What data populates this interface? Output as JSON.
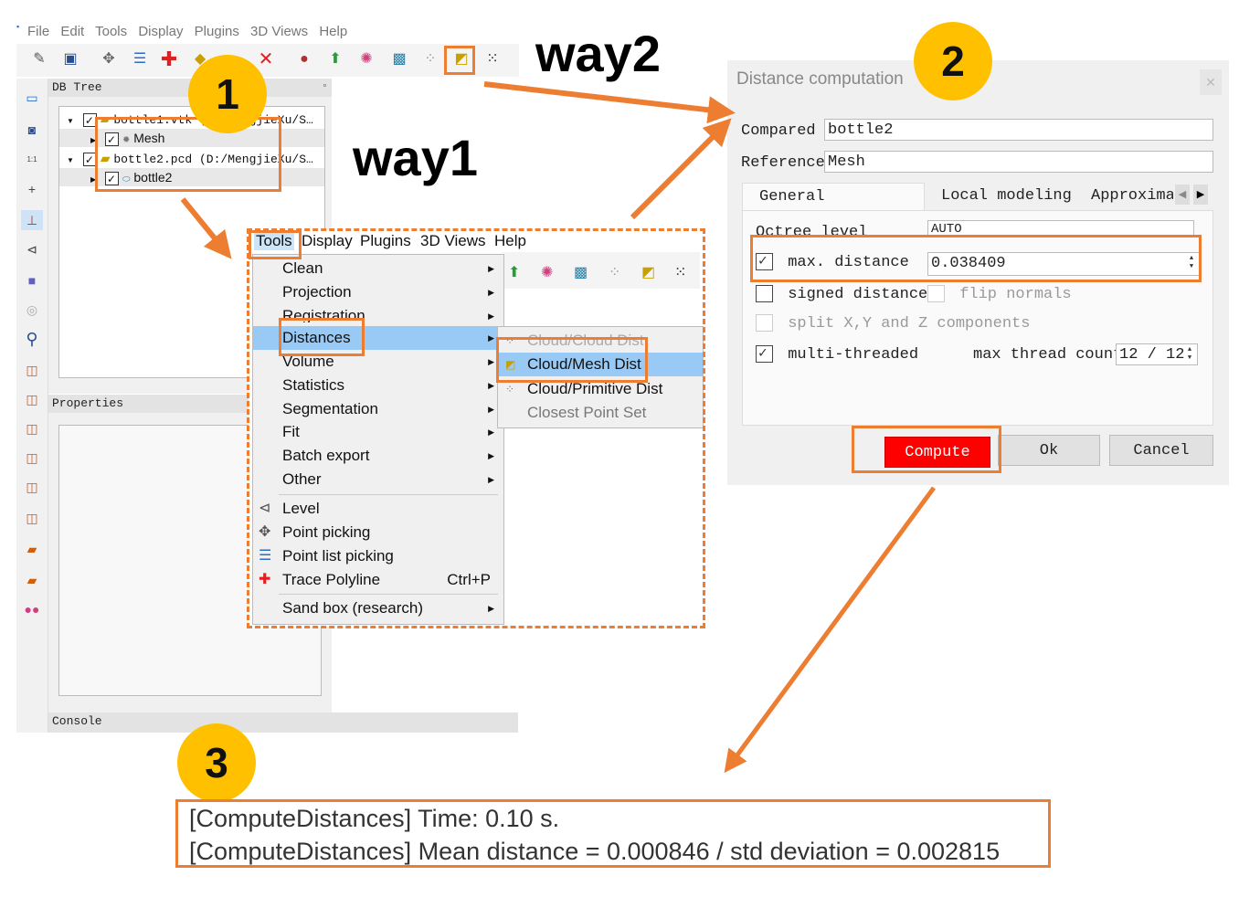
{
  "app": {
    "menubar": [
      "File",
      "Edit",
      "Tools",
      "Display",
      "Plugins",
      "3D Views",
      "Help"
    ],
    "db_tree_title": "DB Tree",
    "tree": [
      {
        "label": "bottle1.vtk (D:/MengjieXu/S…",
        "checked": true
      },
      {
        "label": "Mesh",
        "checked": true
      },
      {
        "label": "bottle2.pcd (D:/MengjieXu/S…",
        "checked": true
      },
      {
        "label": "bottle2",
        "checked": true
      }
    ],
    "properties_title": "Properties",
    "console_title": "Console"
  },
  "menu": {
    "bar": [
      "Tools",
      "Display",
      "Plugins",
      "3D Views",
      "Help"
    ],
    "items": [
      "Clean",
      "Projection",
      "Registration",
      "Distances",
      "Volume",
      "Statistics",
      "Segmentation",
      "Fit",
      "Batch export",
      "Other",
      "Level",
      "Point picking",
      "Point list picking",
      "Trace Polyline",
      "Sand box (research)"
    ],
    "trace_shortcut": "Ctrl+P",
    "submenu": [
      "Cloud/Cloud Dist",
      "Cloud/Mesh Dist",
      "Cloud/Primitive Dist",
      "Closest Point Set"
    ]
  },
  "dialog": {
    "title": "Distance computation",
    "compared_label": "Compared",
    "compared_value": "bottle2",
    "reference_label": "Reference",
    "reference_value": "Mesh",
    "tabs": [
      "General parameters",
      "Local modeling",
      "Approximat"
    ],
    "octree_label": "Octree level",
    "octree_value": "AUTO",
    "max_distance_label": "max. distance",
    "max_distance_value": "0.038409",
    "signed_label": "signed distances",
    "flip_label": "flip normals",
    "split_label": "split X,Y and Z components",
    "multithread_label": "multi-threaded",
    "max_thread_label": "max thread count",
    "max_thread_value": "12 / 12",
    "compute_btn": "Compute",
    "ok_btn": "Ok",
    "cancel_btn": "Cancel",
    "compute_color": "#ff0000"
  },
  "annotations": {
    "step1": "1",
    "step2": "2",
    "step3": "3",
    "way1": "way1",
    "way2": "way2",
    "accent": "#ed7d31",
    "circle_color": "#ffc000"
  },
  "console_output": [
    "[ComputeDistances] Time: 0.10 s.",
    "[ComputeDistances] Mean distance = 0.000846 / std deviation = 0.002815"
  ]
}
